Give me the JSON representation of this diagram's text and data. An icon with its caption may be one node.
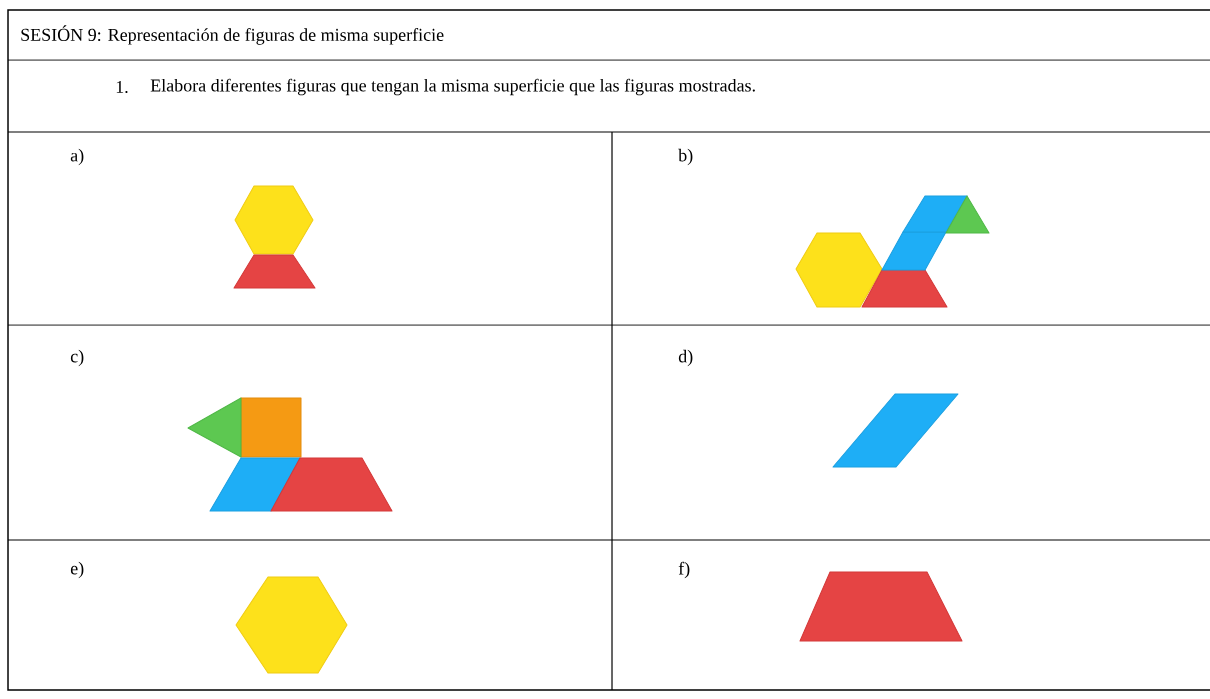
{
  "diagram": {
    "title": "SESIÓN 9: Representación de figuras de misma superficie",
    "labels": [
      "1.",
      "Elabora diferentes figuras que tengan la misma superficie que las figuras mostradas.",
      "a)",
      "b)",
      "c)",
      "d)",
      "e)",
      "f)"
    ]
  }
}
